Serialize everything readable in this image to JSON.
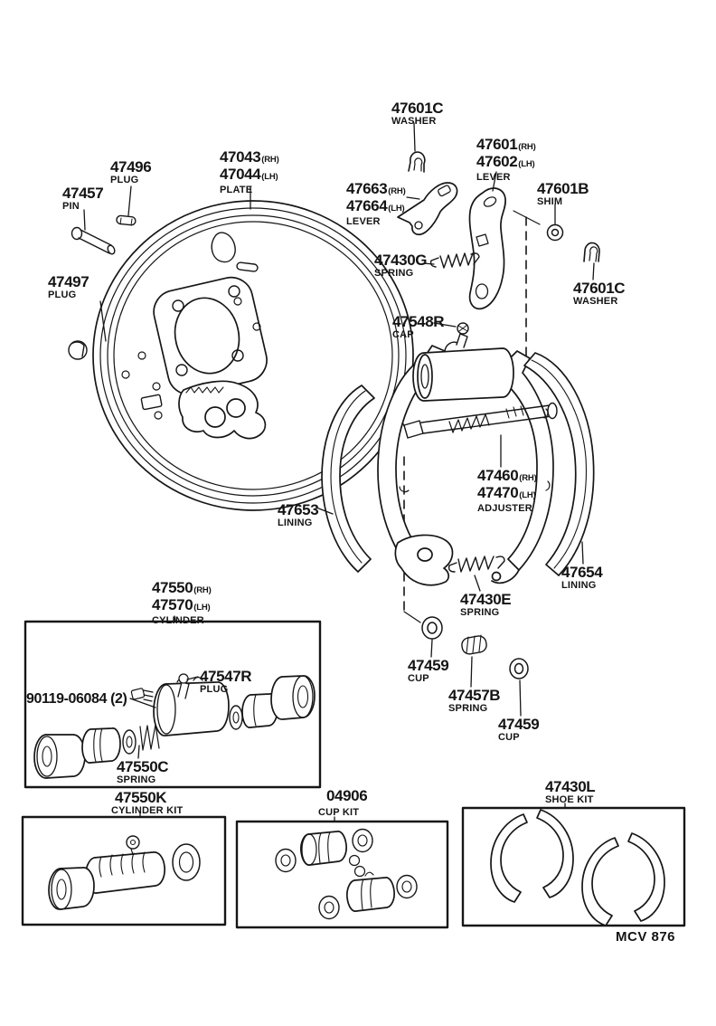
{
  "figure_code": "MCV 876",
  "colors": {
    "ink": "#141414",
    "paper": "#ffffff"
  },
  "labels": {
    "plate": {
      "line1": "47043",
      "suffix1": "(RH)",
      "line2": "47044",
      "suffix2": "(LH)",
      "desc": "PLATE"
    },
    "plug_47496": {
      "num": "47496",
      "desc": "PLUG"
    },
    "pin_47457": {
      "num": "47457",
      "desc": "PIN"
    },
    "plug_47497": {
      "num": "47497",
      "desc": "PLUG"
    },
    "washer_top": {
      "num": "47601C",
      "desc": "WASHER"
    },
    "lever_47601": {
      "line1": "47601",
      "suffix1": "(RH)",
      "line2": "47602",
      "suffix2": "(LH)",
      "desc": "LEVER"
    },
    "lever_47663": {
      "line1": "47663",
      "suffix1": "(RH)",
      "line2": "47664",
      "suffix2": "(LH)",
      "desc": "LEVER"
    },
    "shim_47601b": {
      "num": "47601B",
      "desc": "SHIM"
    },
    "washer_right": {
      "num": "47601C",
      "desc": "WASHER"
    },
    "spring_47430g": {
      "num": "47430G",
      "desc": "SPRING"
    },
    "cap_47548r": {
      "num": "47548R",
      "desc": "CAP"
    },
    "adjuster": {
      "line1": "47460",
      "suffix1": "(RH)",
      "line2": "47470",
      "suffix2": "(LH)",
      "desc": "ADJUSTER"
    },
    "lining_47653": {
      "num": "47653",
      "desc": "LINING"
    },
    "lining_47654": {
      "num": "47654",
      "desc": "LINING"
    },
    "spring_47430e": {
      "num": "47430E",
      "desc": "SPRING"
    },
    "cylinder": {
      "line1": "47550",
      "suffix1": "(RH)",
      "line2": "47570",
      "suffix2": "(LH)",
      "desc": "CYLINDER"
    },
    "plug_47547r": {
      "num": "47547R",
      "desc": "PLUG"
    },
    "bolt_90119": {
      "num": "90119-06084 (2)"
    },
    "spring_47550c": {
      "num": "47550C",
      "desc": "SPRING"
    },
    "cup_left": {
      "num": "47459",
      "desc": "CUP"
    },
    "spring_47457b": {
      "num": "47457B",
      "desc": "SPRING"
    },
    "cup_right": {
      "num": "47459",
      "desc": "CUP"
    },
    "kit_cylinder": {
      "num": "47550K",
      "desc": "CYLINDER KIT"
    },
    "kit_cup": {
      "num": "04906",
      "desc": "CUP KIT"
    },
    "kit_shoe": {
      "num": "47430L",
      "desc": "SHOE KIT"
    }
  }
}
